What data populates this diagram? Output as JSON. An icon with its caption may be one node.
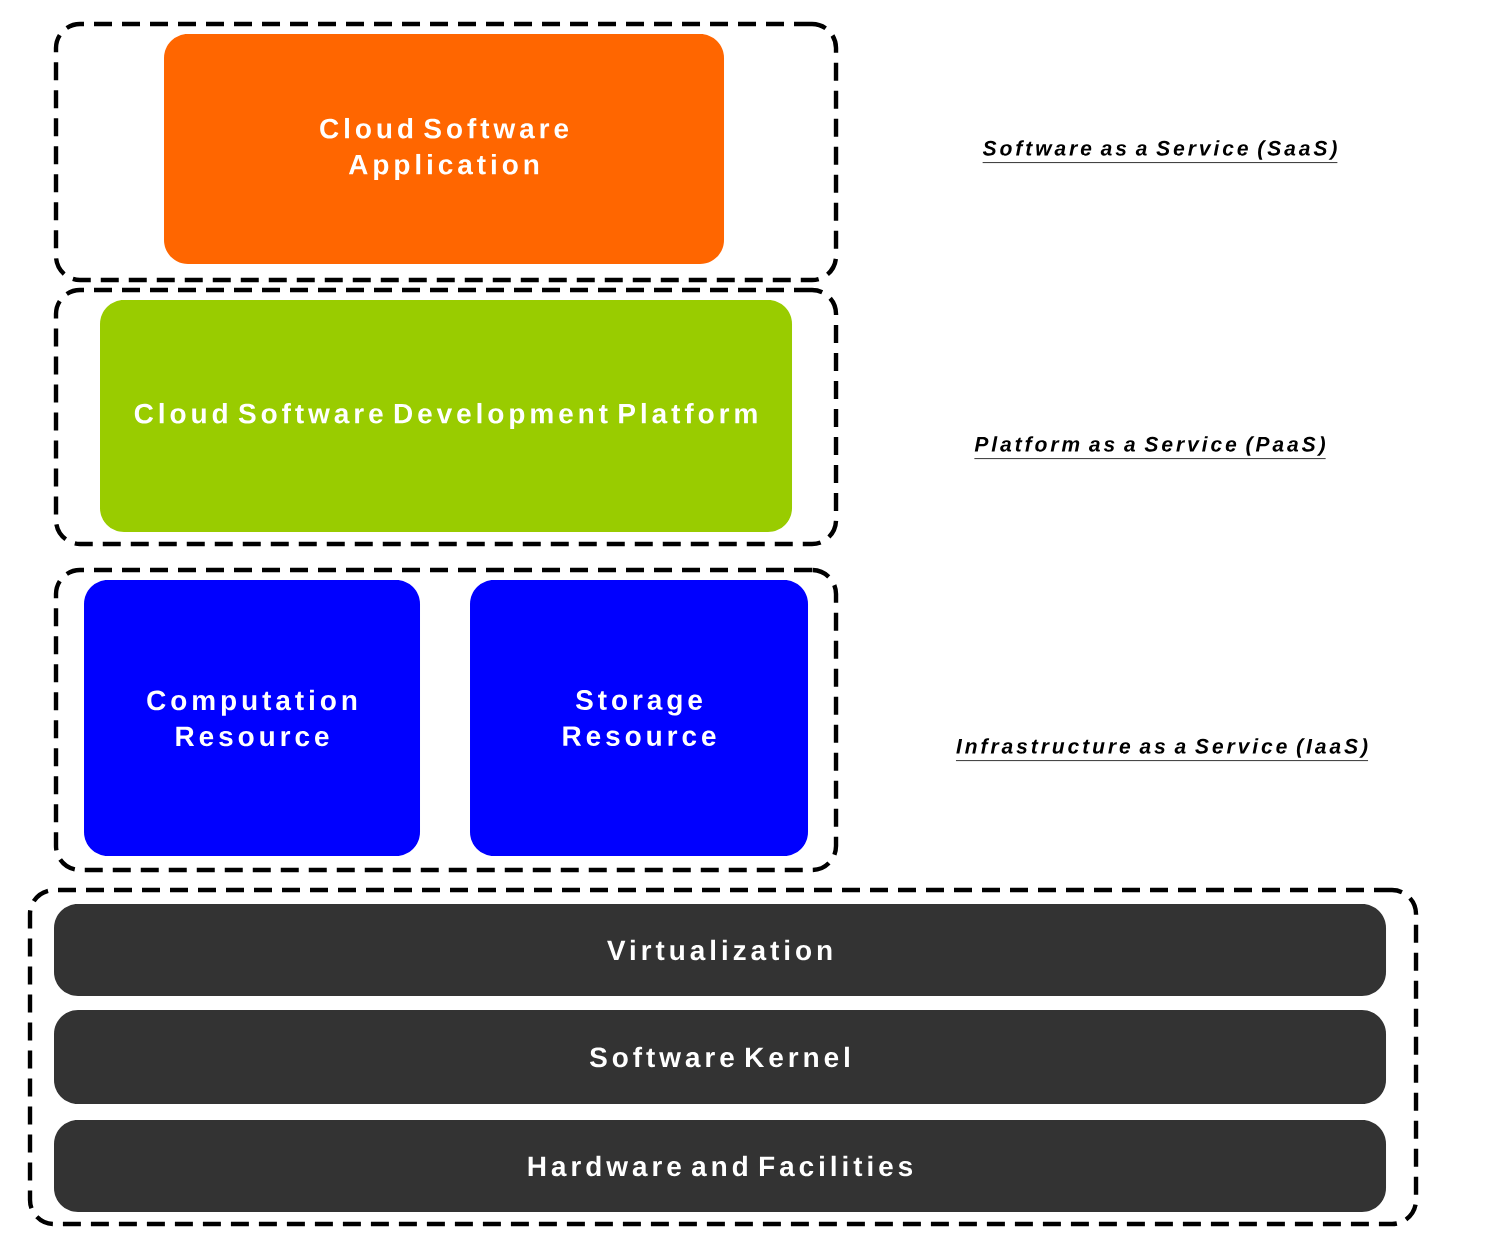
{
  "diagram": {
    "nodes": [
      {
        "text": [],
        "shape": "box"
      },
      {
        "text": [
          "Cloud Software Application"
        ],
        "in": 0
      },
      {
        "text": [],
        "shape": "box"
      },
      {
        "text": [
          "Cloud Software Development Platform"
        ],
        "in": 2
      },
      {
        "text": [],
        "shape": "box"
      },
      {
        "text": [
          "Computation Resource"
        ],
        "in": 4
      },
      {
        "text": [
          "Storage Resource"
        ],
        "in": 4
      },
      {
        "text": [],
        "shape": "box"
      },
      {
        "text": [
          "Virtualization"
        ],
        "in": 7
      },
      {
        "text": [
          "Software Kernel"
        ],
        "in": 7
      },
      {
        "text": [
          "Hardware and Facilities"
        ],
        "in": 7
      }
    ],
    "labels": [
      "Software as a Service (SaaS)",
      "Platform as a Service (PaaS)",
      "Infrastructure as a Service (IaaS)"
    ]
  }
}
